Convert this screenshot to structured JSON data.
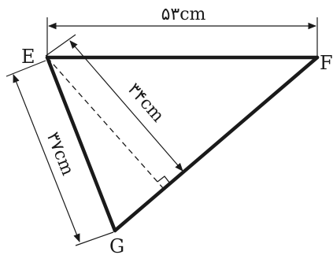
{
  "figure": {
    "vertices": {
      "E": "E",
      "F": "F",
      "G": "G"
    },
    "dimensions": {
      "ef_length": "۵۳cm",
      "altitude_length": "۳۴cm",
      "eg_length": "۳۷cm"
    },
    "right_angle_marker": true
  }
}
